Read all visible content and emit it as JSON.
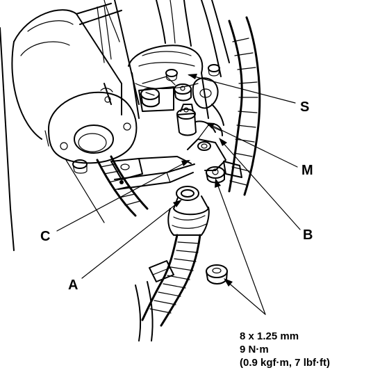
{
  "callouts": {
    "S": "S",
    "M": "M",
    "B": "B",
    "C": "C",
    "A": "A"
  },
  "torque_spec": {
    "size": "8 x 1.25 mm",
    "torque_nm": "9 N·m",
    "torque_alt": "(0.9 kgf·m, 7 lbf·ft)"
  }
}
